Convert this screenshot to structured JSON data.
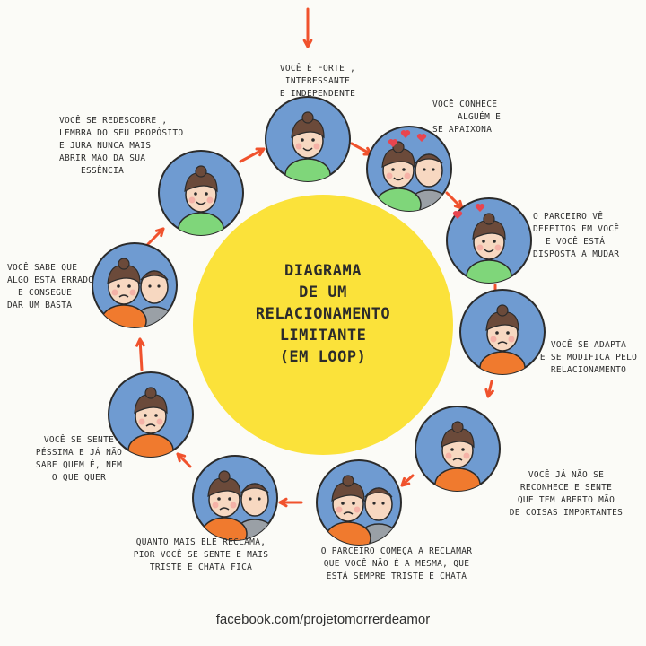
{
  "center": {
    "lines": [
      "DIAGRAMA",
      "DE UM",
      "RELACIONAMENTO",
      "LIMITANTE",
      "(EM LOOP)"
    ]
  },
  "steps": [
    {
      "id": 1,
      "lines": [
        "VOCÊ É FORTE ,",
        "INTERESSANTE",
        "E INDEPENDENTE"
      ]
    },
    {
      "id": 2,
      "lines": [
        "VOCÊ CONHECE",
        "ALGUÉM E",
        "SE APAIXONA"
      ]
    },
    {
      "id": 3,
      "lines": [
        "O PARCEIRO VÊ",
        "DEFEITOS EM VOCÊ",
        "E VOCÊ ESTÁ",
        "DISPOSTA A MUDAR"
      ]
    },
    {
      "id": 4,
      "lines": [
        "VOCÊ SE ADAPTA",
        "E SE MODIFICA PELO",
        "RELACIONAMENTO"
      ]
    },
    {
      "id": 5,
      "lines": [
        "VOCÊ JÁ NÃO SE",
        "RECONHECE E SENTE",
        "QUE TEM ABERTO MÃO",
        "DE COISAS IMPORTANTES"
      ]
    },
    {
      "id": 6,
      "lines": [
        "O PARCEIRO COMEÇA A RECLAMAR",
        "QUE VOCÊ NÃO É A MESMA, QUE",
        "ESTÁ SEMPRE TRISTE E CHATA"
      ]
    },
    {
      "id": 7,
      "lines": [
        "QUANTO MAIS ELE RECLAMA,",
        "PIOR VOCÊ SE SENTE E MAIS",
        "TRISTE E CHATA FICA"
      ]
    },
    {
      "id": 8,
      "lines": [
        "VOCÊ SE SENTE",
        "PÉSSIMA E JÁ NÃO",
        "SABE QUEM É, NEM",
        "O QUE QUER"
      ]
    },
    {
      "id": 9,
      "lines": [
        "VOCÊ SABE QUE",
        "ALGO ESTÁ ERRADO",
        "E CONSEGUE",
        "DAR UM BASTA"
      ]
    },
    {
      "id": 10,
      "lines": [
        "VOCÊ SE REDESCOBRE ,",
        "LEMBRA DO SEU PROPÓSITO",
        "E JURA NUNCA MAIS",
        "ABRIR MÃO DA SUA",
        "ESSÊNCIA"
      ]
    }
  ],
  "footer": "facebook.com/projetomorrerdeamor",
  "colors": {
    "sun": "#fbe23a",
    "bubble": "#6f9bd1",
    "arrow": "#f0522d",
    "skin": "#f7d8c1",
    "orange_shirt": "#f07a2e",
    "green_shirt": "#7fd67a",
    "hair": "#6b4a3a"
  }
}
